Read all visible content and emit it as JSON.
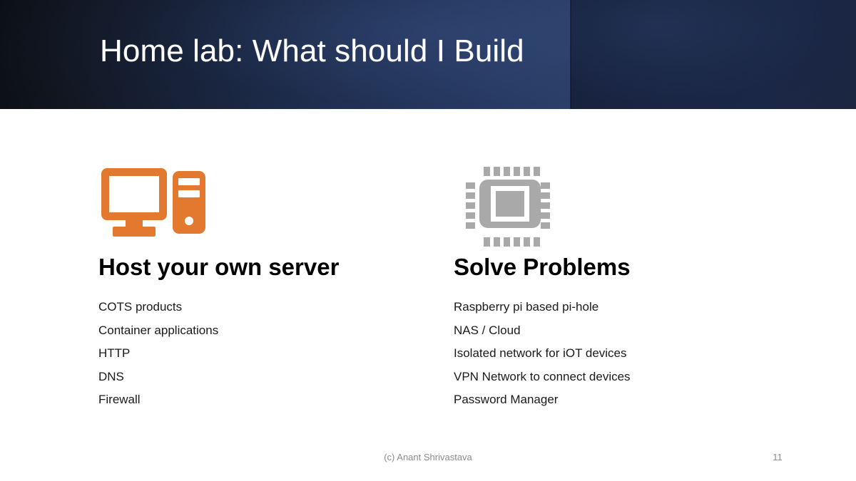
{
  "slide": {
    "title": "Home lab: What should I Build",
    "page_number": "11",
    "footer": "(c) Anant Shrivastava",
    "accent_orange": "#E3792F",
    "accent_gray": "#A9A9A9",
    "banner_dark": "#11161f",
    "banner_blue": "#2b3f69"
  },
  "columns": [
    {
      "icon": "desktop-computer-icon",
      "heading": "Host your own server",
      "items": [
        "COTS products",
        "Container applications",
        "HTTP",
        "DNS",
        "Firewall"
      ]
    },
    {
      "icon": "cpu-chip-icon",
      "heading": "Solve Problems",
      "items": [
        "Raspberry pi based pi-hole",
        "NAS / Cloud",
        "Isolated network for iOT devices",
        "VPN Network to connect devices",
        "Password Manager"
      ]
    }
  ]
}
